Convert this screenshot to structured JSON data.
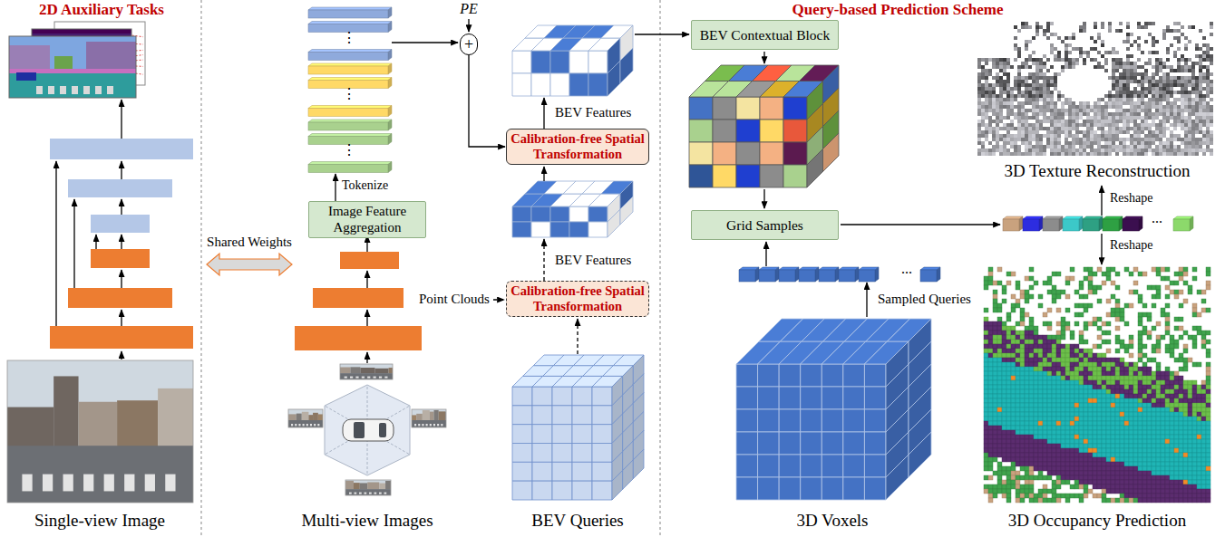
{
  "diagram": {
    "nodes": [
      {
        "text": [
          "Image Feature Aggregation"
        ]
      },
      {
        "text": [
          "+"
        ]
      },
      {
        "text": [
          "Calibration-free Spatial Transformation"
        ]
      },
      {
        "text": [
          "Calibration-free Spatial Transformation"
        ]
      },
      {
        "text": [
          "BEV Contextual Block"
        ]
      },
      {
        "text": [
          "Grid Samples"
        ]
      }
    ],
    "edges": [
      {
        "from": 1,
        "to": 2,
        "arrow": "to"
      }
    ],
    "labels": [
      "2D Auxiliary Tasks",
      "Query-based Prediction Scheme",
      "Single-view Image",
      "Shared Weights",
      "Multi-view Images",
      "Tokenize",
      "⋮",
      "⋮",
      "⋮",
      "PE",
      "BEV Features",
      "BEV Features",
      "Point Clouds",
      "BEV Queries",
      "3D Voxels",
      "Sampled Queries",
      "...",
      "...",
      "3D Texture Reconstruction",
      "Reshape",
      "Reshape",
      "3D Occupancy Prediction"
    ]
  }
}
